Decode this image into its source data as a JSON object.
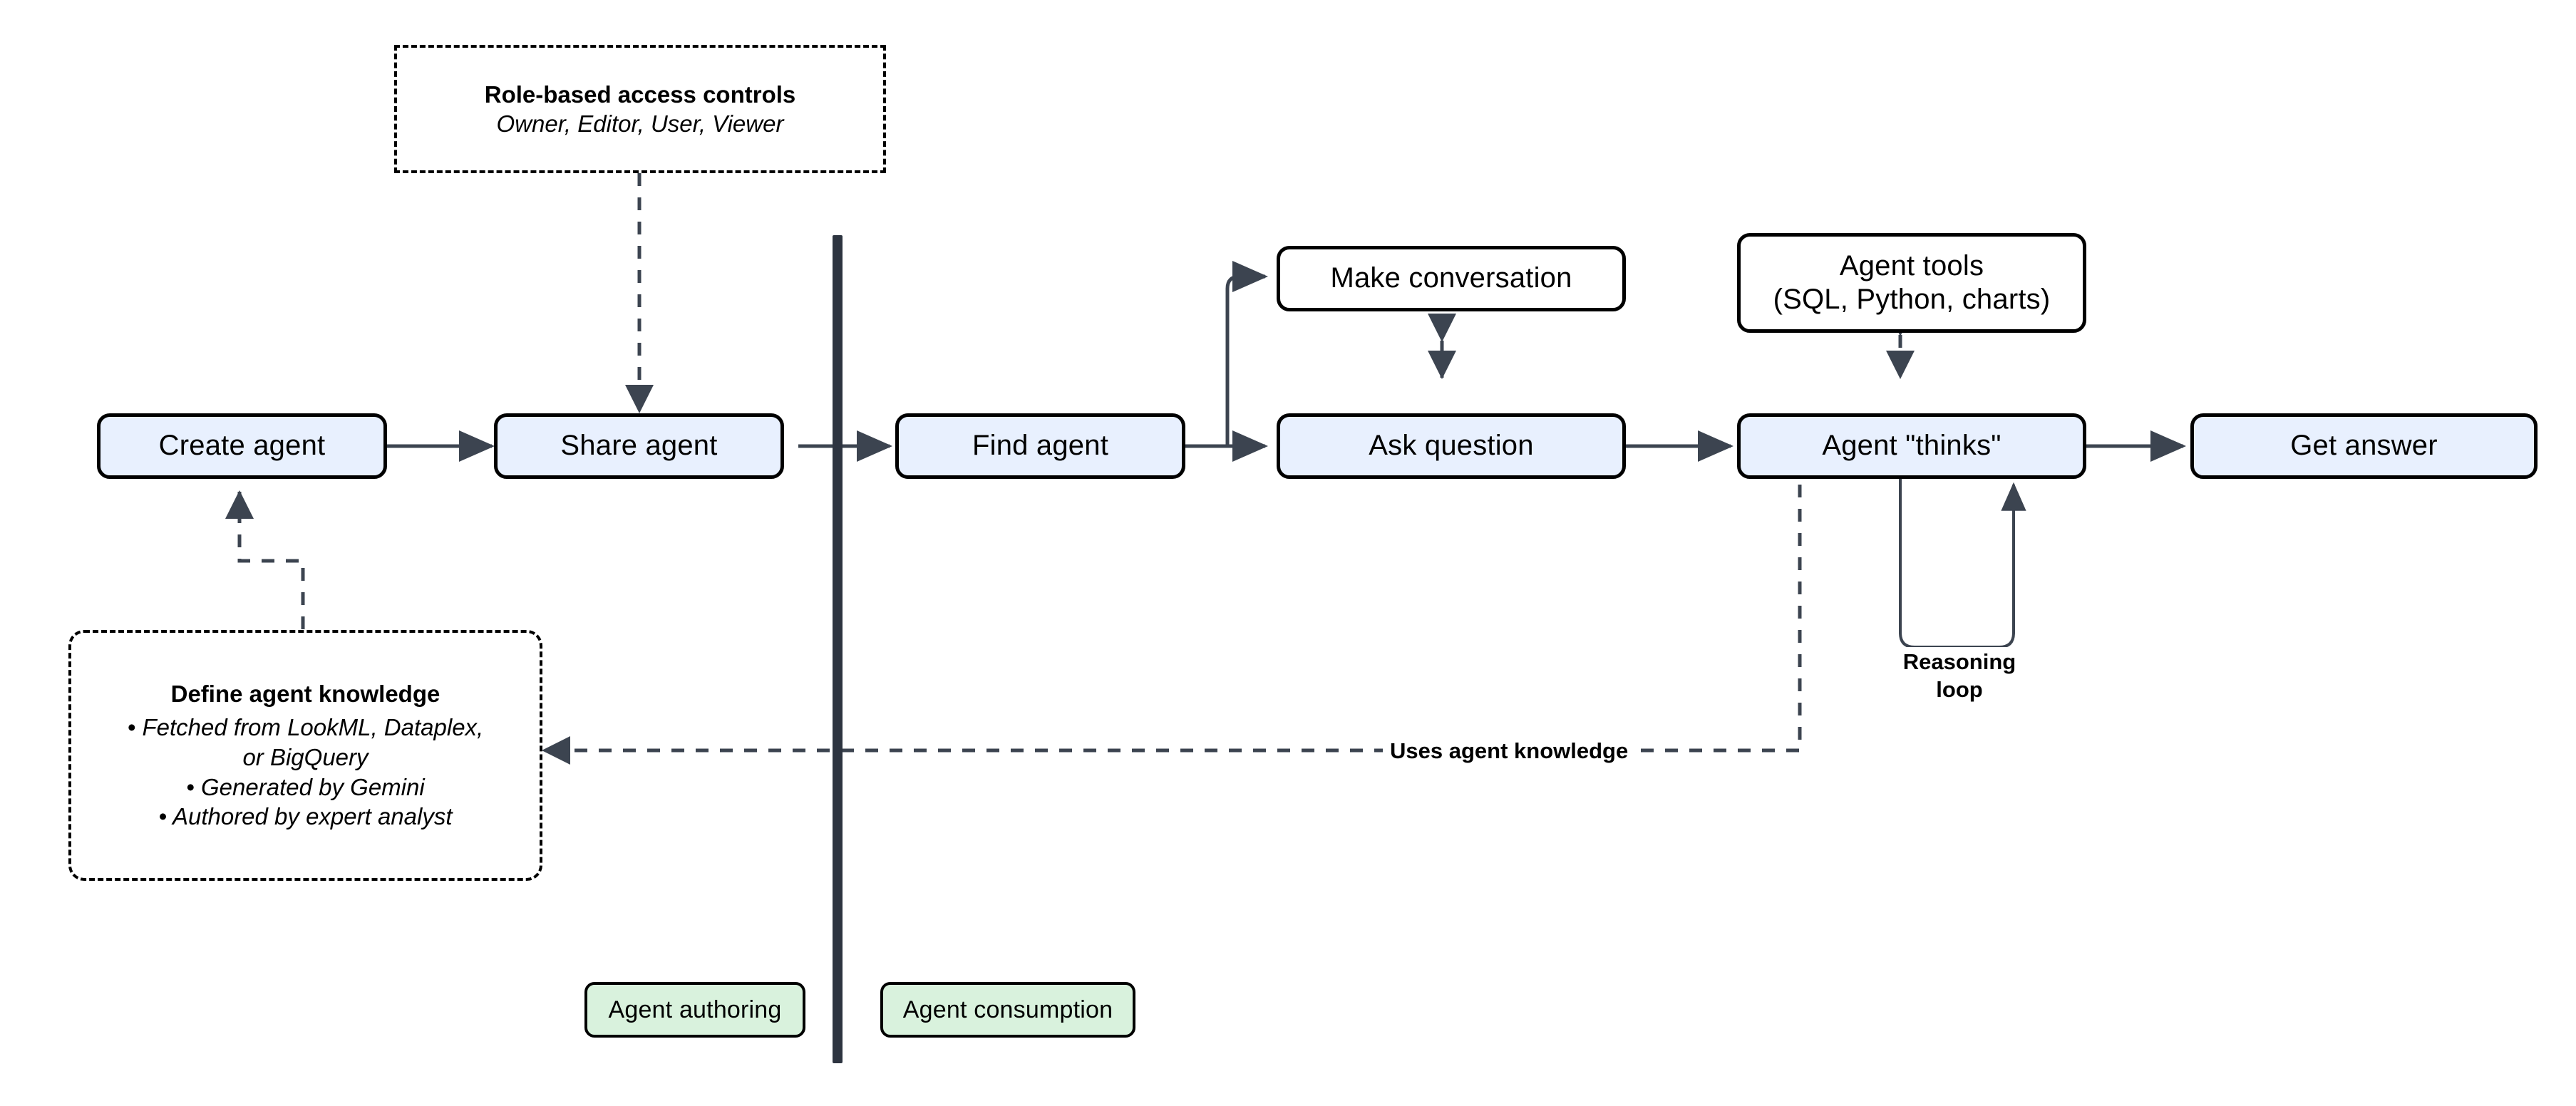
{
  "diagram": {
    "title_present": false,
    "colors": {
      "node_fill_blue": "#e8f0fe",
      "node_fill_white": "#ffffff",
      "legend_fill_green": "#d9f2dd",
      "stroke": "#000000",
      "connector": "#3c4450",
      "divider": "#2d3440"
    }
  },
  "nodes": {
    "create_agent": "Create agent",
    "share_agent": "Share agent",
    "find_agent": "Find agent",
    "make_conversation": "Make conversation",
    "ask_question": "Ask question",
    "agent_tools": "Agent tools\n(SQL, Python, charts)",
    "agent_tools_line1": "Agent tools",
    "agent_tools_line2": "(SQL, Python, charts)",
    "agent_thinks": "Agent \"thinks\"",
    "get_answer": "Get answer"
  },
  "annotations": {
    "rbac": {
      "title": "Role-based access controls",
      "subtitle": "Owner, Editor, User, Viewer"
    },
    "knowledge": {
      "title": "Define agent knowledge",
      "items": [
        "• Fetched from LookML, Dataplex,\nor BigQuery",
        "• Generated by Gemini",
        "• Authored by expert analyst"
      ]
    }
  },
  "edge_labels": {
    "uses_agent_knowledge": "Uses agent knowledge",
    "reasoning_loop_line1": "Reasoning",
    "reasoning_loop_line2": "loop"
  },
  "legend": {
    "authoring": "Agent authoring",
    "consumption": "Agent consumption"
  }
}
